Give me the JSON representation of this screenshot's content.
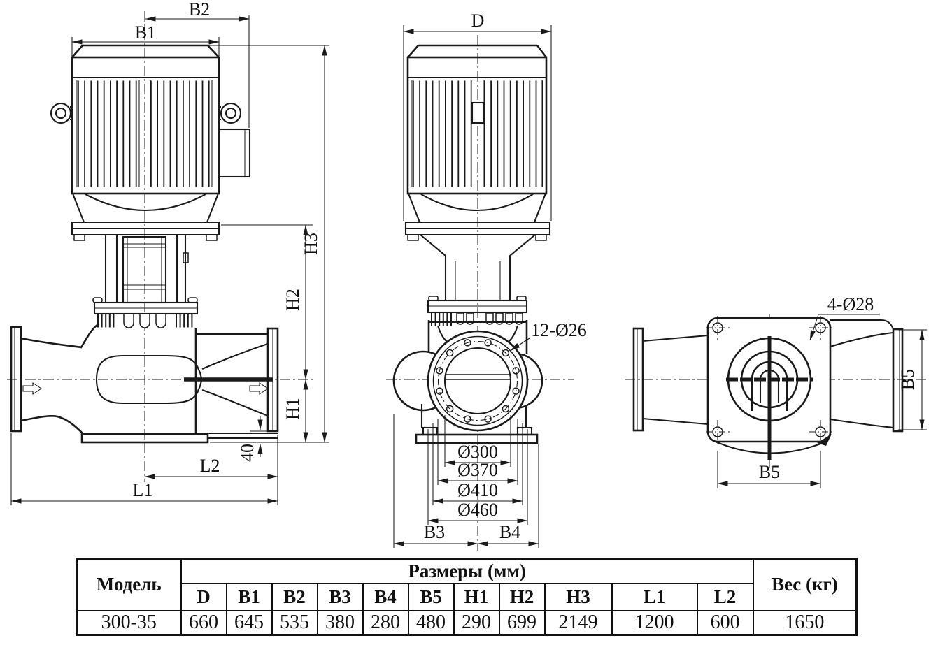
{
  "drawing": {
    "dim_labels": {
      "b2": "B2",
      "b1": "B1",
      "d": "D",
      "h3": "H3",
      "h2": "H2",
      "h1": "H1",
      "dim40": "40",
      "l2": "L2",
      "l1": "L1",
      "holes12": "12-Ø26",
      "dia300": "Ø300",
      "dia370": "Ø370",
      "dia410": "Ø410",
      "dia460": "Ø460",
      "b3": "B3",
      "b4": "B4",
      "holes4": "4-Ø28",
      "b5_side": "B5",
      "b5_bottom": "B5"
    },
    "line_color": "#1a1a1a",
    "bg_color": "#ffffff"
  },
  "table": {
    "model_header": "Модель",
    "dims_header": "Размеры (мм)",
    "weight_header": "Вес (кг)",
    "columns": [
      "D",
      "B1",
      "B2",
      "B3",
      "B4",
      "B5",
      "H1",
      "H2",
      "H3",
      "L1",
      "L2"
    ],
    "row": {
      "model": "300-35",
      "values": [
        "660",
        "645",
        "535",
        "380",
        "280",
        "480",
        "290",
        "699",
        "2149",
        "1200",
        "600"
      ],
      "weight": "1650"
    }
  }
}
